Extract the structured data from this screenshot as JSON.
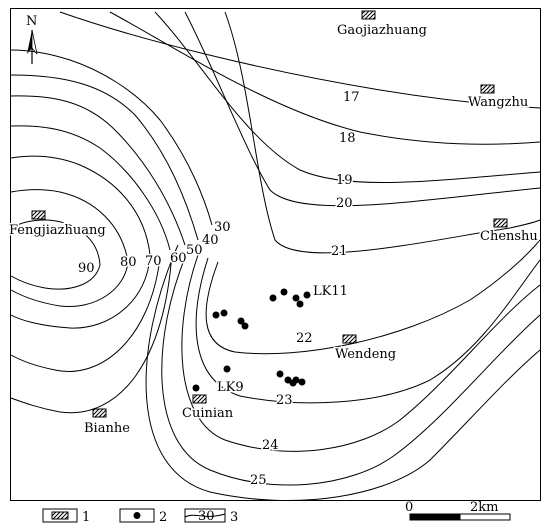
{
  "north_label": "N",
  "villages": [
    {
      "name": "Gaojiazhuang"
    },
    {
      "name": "Wangzhu"
    },
    {
      "name": "Fengjiazhuang"
    },
    {
      "name": "Chenshu"
    },
    {
      "name": "Wendeng"
    },
    {
      "name": "Cuinian"
    },
    {
      "name": "Bianhe"
    }
  ],
  "boreholes": [
    {
      "name": "LK11"
    },
    {
      "name": "LK9"
    }
  ],
  "contour_labels": [
    "17",
    "18",
    "19",
    "20",
    "21",
    "22",
    "23",
    "24",
    "25",
    "30",
    "40",
    "50",
    "60",
    "70",
    "80",
    "90"
  ],
  "legend": {
    "item1": "1",
    "item2": "2",
    "item3_value": "30",
    "item3": "3"
  },
  "scale": {
    "start": "0",
    "end": "2km"
  },
  "colors": {
    "line": "#000000",
    "background": "#ffffff"
  }
}
